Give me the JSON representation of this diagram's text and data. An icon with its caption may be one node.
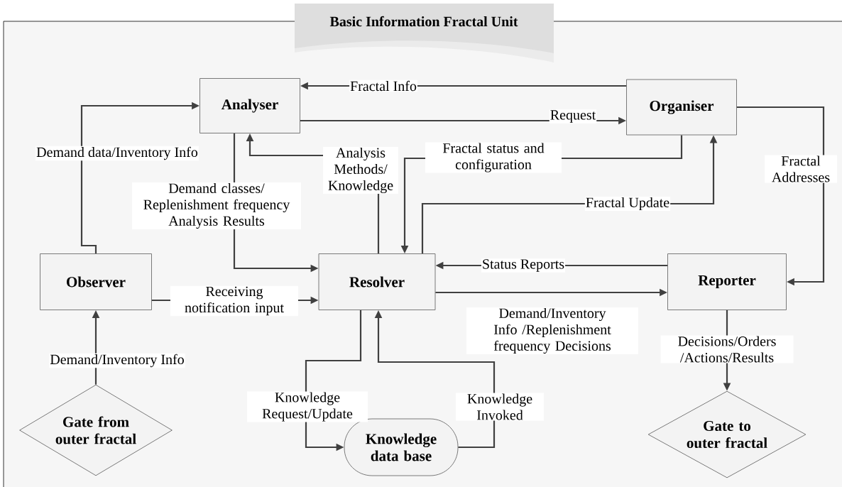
{
  "diagram": {
    "title": "Basic Information Fractal Unit",
    "nodes": [
      {
        "text": [
          "Analyser"
        ]
      },
      {
        "text": [
          "Organiser"
        ]
      },
      {
        "text": [
          "Observer"
        ]
      },
      {
        "text": [
          "Resolver"
        ]
      },
      {
        "text": [
          "Reporter"
        ]
      },
      {
        "text": [
          "Gate from outer fractal"
        ]
      },
      {
        "text": [
          "Knowledge data base"
        ]
      },
      {
        "text": [
          "Gate to outer fractal"
        ]
      }
    ],
    "edges": [
      {
        "from": 1,
        "to": 0,
        "arrow": "to",
        "label": "Fractal Info"
      },
      {
        "from": 0,
        "to": 1,
        "arrow": "to",
        "label": "Request"
      },
      {
        "from": 2,
        "to": 0,
        "arrow": "to",
        "label": "Demand data/Inventory Info"
      },
      {
        "from": 3,
        "to": 0,
        "arrow": "to",
        "label": "Analysis Methods/ Knowledge"
      },
      {
        "from": 0,
        "to": 3,
        "arrow": "to",
        "label": "Demand classes/ Replenishment frequency Analysis Results"
      },
      {
        "from": 1,
        "to": 3,
        "arrow": "to",
        "label": "Fractal status and configuration"
      },
      {
        "from": 3,
        "to": 1,
        "arrow": "to",
        "label": "Fractal Update"
      },
      {
        "from": 1,
        "to": 4,
        "arrow": "to",
        "label": "Fractal Addresses"
      },
      {
        "from": 4,
        "to": 3,
        "arrow": "to",
        "label": "Status Reports"
      },
      {
        "from": 3,
        "to": 4,
        "arrow": "to",
        "label": "Demand/Inventory Info /Replenishment frequency Decisions"
      },
      {
        "from": 2,
        "to": 3,
        "arrow": "to",
        "label": "Receiving notification input"
      },
      {
        "from": 5,
        "to": 2,
        "arrow": "to",
        "label": "Demand/Inventory Info"
      },
      {
        "from": 3,
        "to": 6,
        "arrow": "to",
        "label": "Knowledge Request/Update"
      },
      {
        "from": 6,
        "to": 3,
        "arrow": "to",
        "label": "Knowledge Invoked"
      },
      {
        "from": 4,
        "to": 7,
        "arrow": "to",
        "label": "Decisions/Orders /Actions/Results"
      }
    ]
  }
}
